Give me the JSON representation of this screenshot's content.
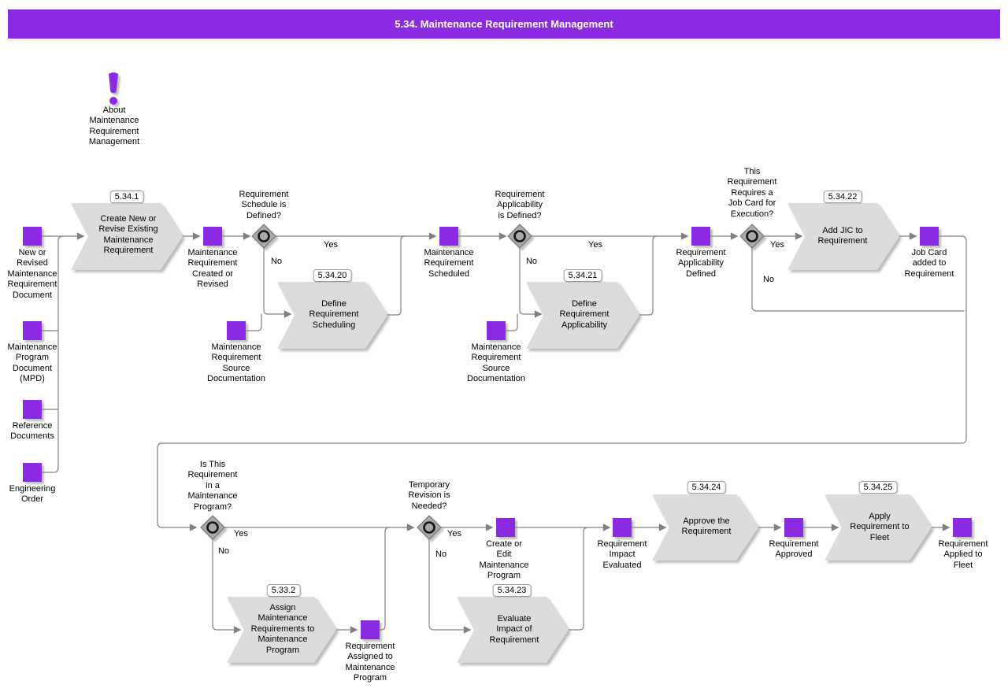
{
  "header": {
    "title": "5.34. Maintenance Requirement Management"
  },
  "about": {
    "label": "About\nMaintenance\nRequirement\nManagement",
    "icon": "exclamation-icon"
  },
  "colors": {
    "accent_purple": "#8a2be2",
    "connector_gray": "#808080",
    "process_fill": "#dcdcdc",
    "diamond_fill": "#a9a9a9",
    "text": "#000000",
    "header_text": "#ffffff"
  },
  "inputs": [
    {
      "label": "New or\nRevised\nMaintenance\nRequirement\nDocument"
    },
    {
      "label": "Maintenance\nProgram\nDocument\n(MPD)"
    },
    {
      "label": "Reference\nDocuments"
    },
    {
      "label": "Engineering\nOrder"
    }
  ],
  "processes": [
    {
      "badge": "5.34.1",
      "label": "Create New or\nRevise Existing\nMaintenance\nRequirement"
    },
    {
      "badge": "5.34.20",
      "label": "Define\nRequirement\nScheduling"
    },
    {
      "badge": "5.34.21",
      "label": "Define\nRequirement\nApplicability"
    },
    {
      "badge": "5.34.22",
      "label": "Add JIC to\nRequirement"
    },
    {
      "badge": "5.33.2",
      "label": "Assign\nMaintenance\nRequirements to\nMaintenance\nProgram"
    },
    {
      "badge": "5.34.23",
      "label": "Evaluate\nImpact of\nRequirement"
    },
    {
      "badge": "5.34.24",
      "label": "Approve the\nRequirement"
    },
    {
      "badge": "5.34.25",
      "label": "Apply\nRequirement to\nFleet"
    }
  ],
  "states": [
    {
      "label": "Maintenance\nRequirement\nCreated or\nRevised"
    },
    {
      "label": "Maintenance\nRequirement\nScheduled"
    },
    {
      "label": "Maintenance\nRequirement\nSource\nDocumentation"
    },
    {
      "label": "Maintenance\nRequirement\nSource\nDocumentation"
    },
    {
      "label": "Requirement\nApplicability\nDefined"
    },
    {
      "label": "Job Card\nadded to\nRequirement"
    },
    {
      "label": "Create or\nEdit\nMaintenance\nProgram"
    },
    {
      "label": "Requirement\nAssigned to\nMaintenance\nProgram"
    },
    {
      "label": "Requirement\nImpact\nEvaluated"
    },
    {
      "label": "Requirement\nApproved"
    },
    {
      "label": "Requirement\nApplied to\nFleet"
    }
  ],
  "decisions": [
    {
      "question": "Requirement\nSchedule is\nDefined?",
      "yes": "Yes",
      "no": "No"
    },
    {
      "question": "Requirement\nApplicability\nis Defined?",
      "yes": "Yes",
      "no": "No"
    },
    {
      "question": "This\nRequirement\nRequires a\nJob Card for\nExecution?",
      "yes": "Yes",
      "no": "No"
    },
    {
      "question": "Is This\nRequirement\nin a\nMaintenance\nProgram?",
      "yes": "Yes",
      "no": "No"
    },
    {
      "question": "Temporary\nRevision is\nNeeded?",
      "yes": "Yes",
      "no": "No"
    }
  ]
}
